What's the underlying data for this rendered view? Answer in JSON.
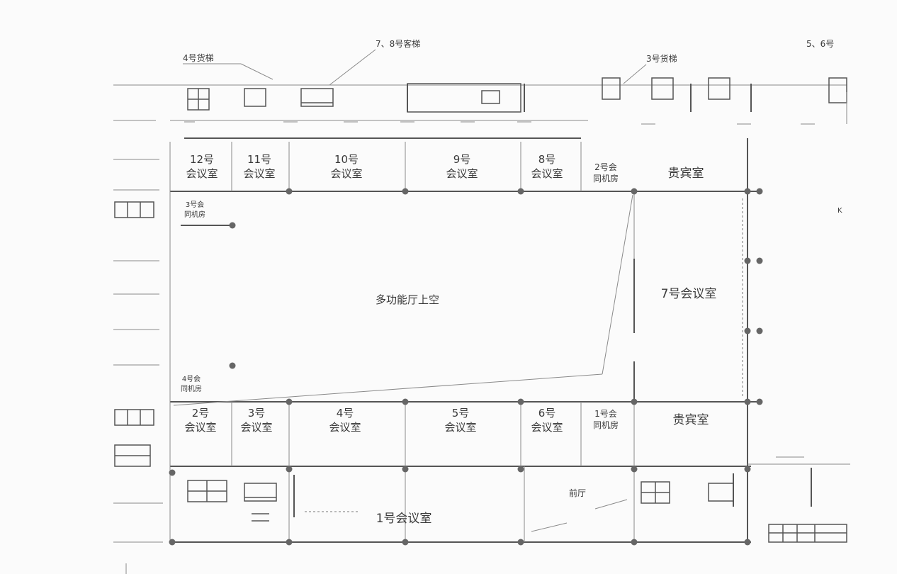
{
  "annotations": {
    "elevator_4": "4号货梯",
    "elevator_78": "7、8号客梯",
    "elevator_3": "3号货梯",
    "elevator_56": "5、6号"
  },
  "rooms_top": [
    {
      "number": "12号",
      "name": "会议室"
    },
    {
      "number": "11号",
      "name": "会议室"
    },
    {
      "number": "10号",
      "name": "会议室"
    },
    {
      "number": "9号",
      "name": "会议室"
    },
    {
      "number": "8号",
      "name": "会议室"
    }
  ],
  "booth_top": {
    "number": "2号会",
    "name": "同机房"
  },
  "vip_top": "贵宾室",
  "booth_left_top": {
    "number": "3号会",
    "name": "同机房"
  },
  "hall": "多功能厅上空",
  "room_7": "7号会议室",
  "booth_left_bottom": {
    "number": "4号会",
    "name": "同机房"
  },
  "rooms_bottom": [
    {
      "number": "2号",
      "name": "会议室"
    },
    {
      "number": "3号",
      "name": "会议室"
    },
    {
      "number": "4号",
      "name": "会议室"
    },
    {
      "number": "5号",
      "name": "会议室"
    },
    {
      "number": "6号",
      "name": "会议室"
    }
  ],
  "booth_bottom": {
    "number": "1号会",
    "name": "同机房"
  },
  "vip_bottom": "贵宾室",
  "lobby": "前厅",
  "room_1": "1号会议室"
}
